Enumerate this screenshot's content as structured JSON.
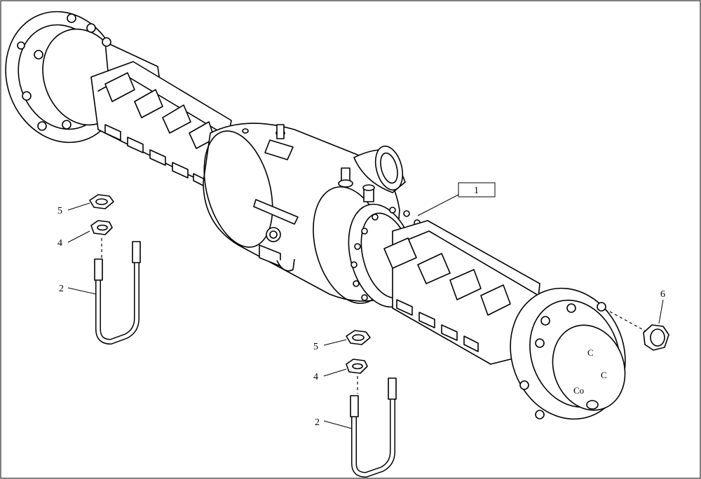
{
  "callouts": {
    "axle": "1",
    "ubolt_left": "2",
    "ubolt_right": "2",
    "washer_left": "4",
    "washer_right": "4",
    "nut_left": "5",
    "nut_right": "5",
    "wheel_nut": "6"
  },
  "hub_marks": [
    "C",
    "C",
    "Co"
  ]
}
